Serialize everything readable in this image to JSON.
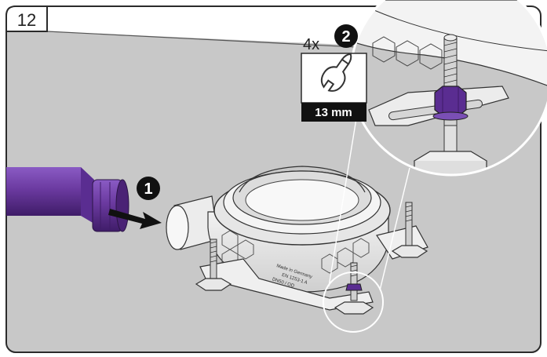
{
  "step_number": "12",
  "callouts": {
    "step1": "1",
    "step2": "2"
  },
  "tool": {
    "quantity": "4x",
    "size": "13 mm",
    "icon": "wrench-icon"
  },
  "plate_text": {
    "line1": "Made in Germany",
    "line2": "EN 1253-1 A",
    "line3": "DN50 / OD"
  },
  "colors": {
    "background": "#c8c8c8",
    "pipe": "#6b3aa0",
    "pipe_dark": "#4a2275",
    "nut": "#5a2d91",
    "frame": "#2b2b2b"
  }
}
